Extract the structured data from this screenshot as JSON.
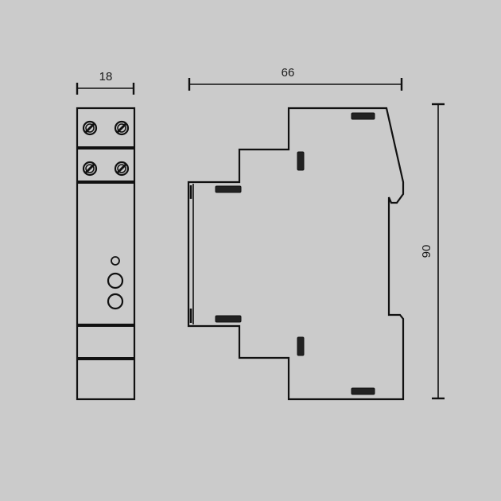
{
  "diagram": {
    "type": "technical-drawing",
    "subject": "DIN rail module dimensions",
    "units": "mm",
    "background_color": "#cbcbcb",
    "line_color": "#111111",
    "dimensions": {
      "width_front": "18",
      "depth_side": "66",
      "height": "90"
    },
    "views": [
      {
        "name": "front-view",
        "terminals": 4,
        "indicators": 3
      },
      {
        "name": "side-view"
      }
    ]
  }
}
